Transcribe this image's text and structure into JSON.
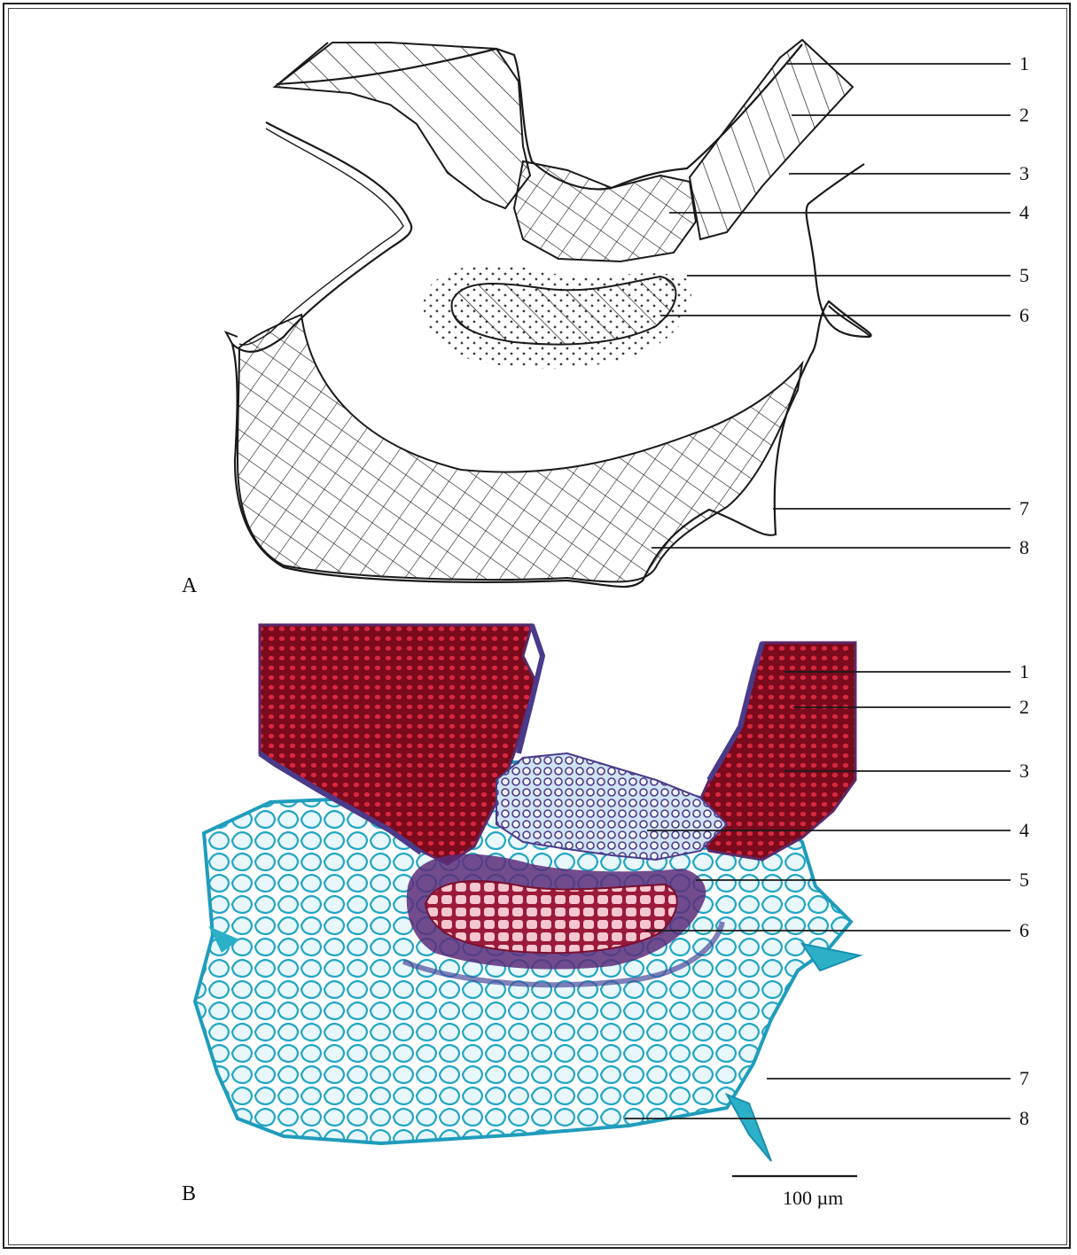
{
  "panels": [
    {
      "id": "A",
      "label": "A"
    },
    {
      "id": "B",
      "label": "B"
    }
  ],
  "panel_a_callouts": [
    "1",
    "2",
    "3",
    "4",
    "5",
    "6",
    "7",
    "8"
  ],
  "panel_b_callouts": [
    "1",
    "2",
    "3",
    "4",
    "5",
    "6",
    "7",
    "8"
  ],
  "scale_bar": {
    "label": "100 µm"
  },
  "colors": {
    "line": "#1a1a1a",
    "stain_red": "#8c0f22",
    "stain_blue": "#2bb0c8",
    "stain_purple": "#5a2a6a",
    "xylem_pink": "#e0607a"
  }
}
